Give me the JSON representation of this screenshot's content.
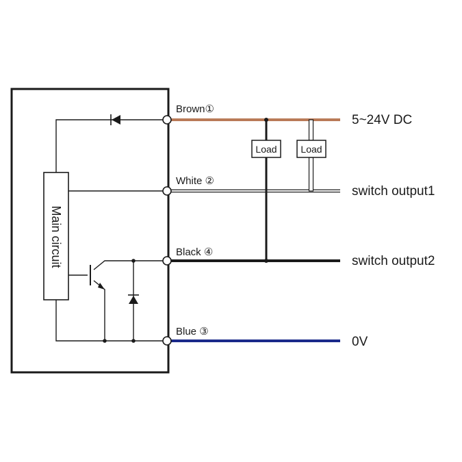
{
  "wires": {
    "brown": {
      "label": "Brown①",
      "color": "#b97a57"
    },
    "white": {
      "label": "White ②",
      "color": "#ffffff"
    },
    "black": {
      "label": "Black ④",
      "color": "#1a1a1a"
    },
    "blue": {
      "label": "Blue   ③",
      "color": "#1a2a8a"
    }
  },
  "outputs": {
    "supply": "5~24V DC",
    "output1": "switch output1",
    "output2": "switch output2",
    "ground": "0V"
  },
  "loads": {
    "load_a": "Load",
    "load_b": "Load"
  },
  "main_circuit": "Main circuit",
  "icons": [
    "diode-icon",
    "zener-diode-icon",
    "npn-transistor-icon",
    "terminal-icon"
  ]
}
